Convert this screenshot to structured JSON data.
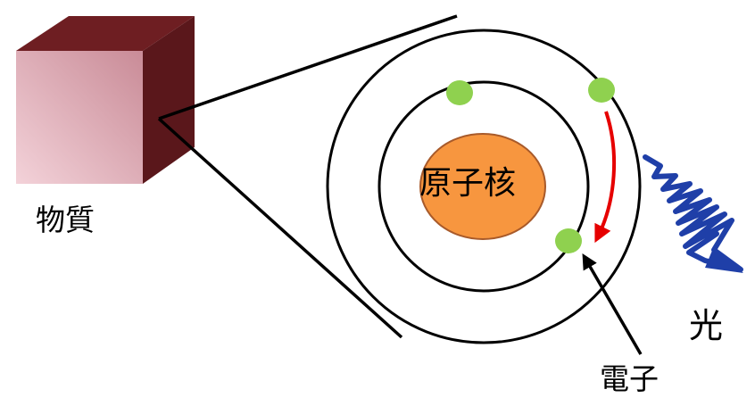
{
  "labels": {
    "matter": "物質",
    "nucleus": "原子核",
    "electron": "電子",
    "light": "光"
  },
  "colors": {
    "cube_front_light": "#f3d2d9",
    "cube_front_dark": "#c98b97",
    "cube_top": "#6e1e22",
    "cube_side": "#5a171b",
    "nucleus_fill": "#f7963f",
    "nucleus_stroke": "#a85a2a",
    "electron_fill": "#8fd14f",
    "orbit_stroke": "#000000",
    "transition_arrow": "#e60000",
    "light_wave": "#1f3fa8"
  },
  "icons": {
    "matter_cube": "cube-icon",
    "electron": "electron-dot-icon",
    "light": "photon-wave-icon"
  }
}
